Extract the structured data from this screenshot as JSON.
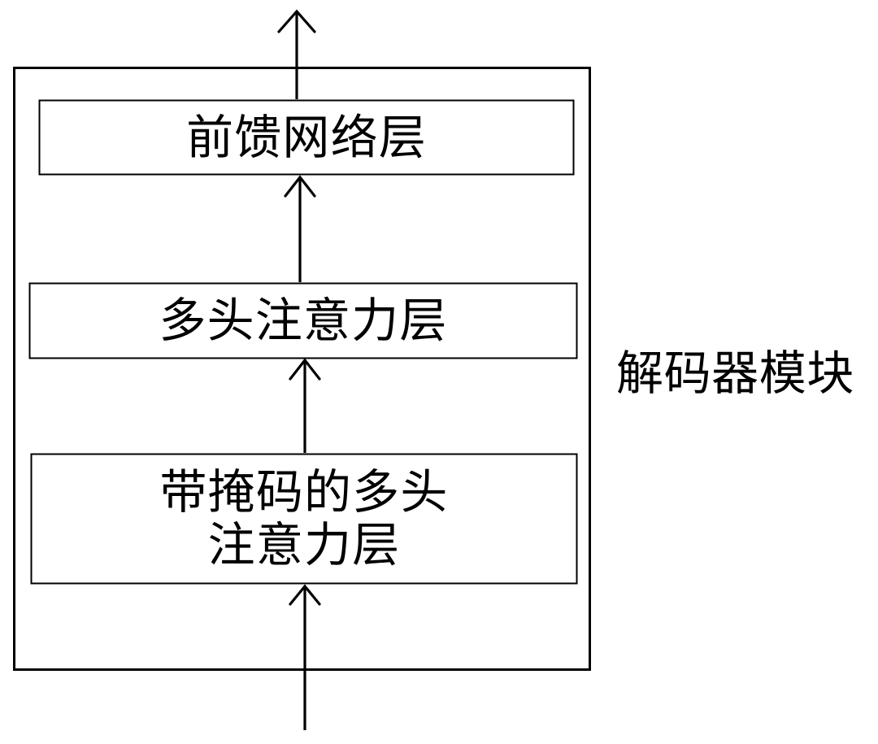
{
  "diagram": {
    "title": "解码器模块",
    "type": "block-diagram",
    "orientation": "bottom-to-top",
    "colors": {
      "stroke": "#000000",
      "background": "#ffffff",
      "text": "#000000"
    },
    "container": {
      "label": "解码器模块",
      "label_position": "right-outside",
      "stroke_width": 3
    },
    "blocks": [
      {
        "id": "feed-forward-layer",
        "label": "前馈网络层",
        "lines": [
          "前馈网络层"
        ],
        "order": 3
      },
      {
        "id": "multi-head-attention-layer",
        "label": "多头注意力层",
        "lines": [
          "多头注意力层"
        ],
        "order": 2
      },
      {
        "id": "masked-multi-head-attention-layer",
        "label": "带掩码的多头注意力层",
        "lines": [
          "带掩码的多头",
          "注意力层"
        ],
        "order": 1
      }
    ],
    "connectors": [
      {
        "id": "input-arrow",
        "from": "external-input",
        "to": "masked-multi-head-attention-layer",
        "arrowhead": true
      },
      {
        "id": "masked-to-mha",
        "from": "masked-multi-head-attention-layer",
        "to": "multi-head-attention-layer",
        "arrowhead": true
      },
      {
        "id": "mha-to-ffn",
        "from": "multi-head-attention-layer",
        "to": "feed-forward-layer",
        "arrowhead": true
      },
      {
        "id": "output-arrow",
        "from": "feed-forward-layer",
        "to": "external-output",
        "arrowhead": true
      }
    ]
  }
}
